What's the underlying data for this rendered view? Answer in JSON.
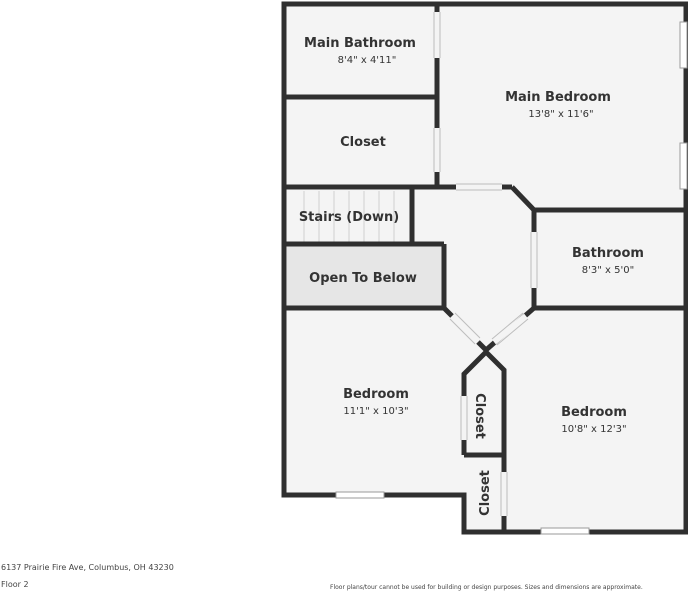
{
  "floor_plan": {
    "rooms": {
      "main_bathroom": {
        "name": "Main Bathroom",
        "dims": "8'4\" x 4'11\""
      },
      "main_bedroom": {
        "name": "Main Bedroom",
        "dims": "13'8\" x 11'6\""
      },
      "closet_top": {
        "name": "Closet"
      },
      "stairs": {
        "name": "Stairs (Down)"
      },
      "open_to_below": {
        "name": "Open To Below"
      },
      "bathroom": {
        "name": "Bathroom",
        "dims": "8'3\" x 5'0\""
      },
      "bedroom_left": {
        "name": "Bedroom",
        "dims": "11'1\" x 10'3\""
      },
      "bedroom_right": {
        "name": "Bedroom",
        "dims": "10'8\" x 12'3\""
      },
      "closet_mid": {
        "name": "Closet"
      },
      "closet_bottom": {
        "name": "Closet"
      }
    },
    "colors": {
      "wall": "#2f2f2f",
      "floor": "#f4f4f4",
      "open_area": "#e6e6e6",
      "window": "#ffffff"
    }
  },
  "footer": {
    "address": "6137 Prairie Fire Ave, Columbus, OH 43230",
    "floor": "Floor 2",
    "disclaimer": "Floor plans/tour cannot be used for building or design purposes. Sizes and dimensions are approximate."
  }
}
